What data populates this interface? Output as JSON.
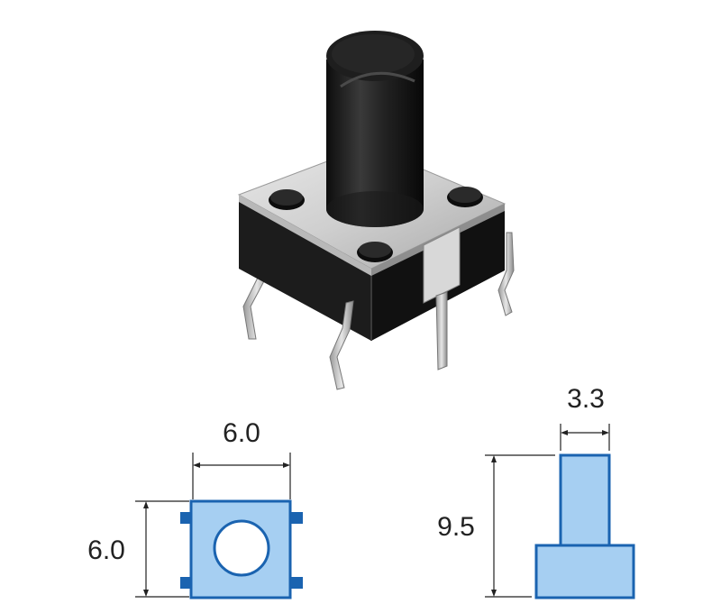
{
  "dimensions": {
    "top_view_width": "6.0",
    "top_view_height": "6.0",
    "side_view_actuator_width": "3.3",
    "side_view_total_height": "9.5"
  },
  "colors": {
    "drawing_fill": "#a6cff2",
    "drawing_stroke": "#1a63b0",
    "body_black": "#1c1c1c",
    "metal": "#cfcfcf"
  }
}
